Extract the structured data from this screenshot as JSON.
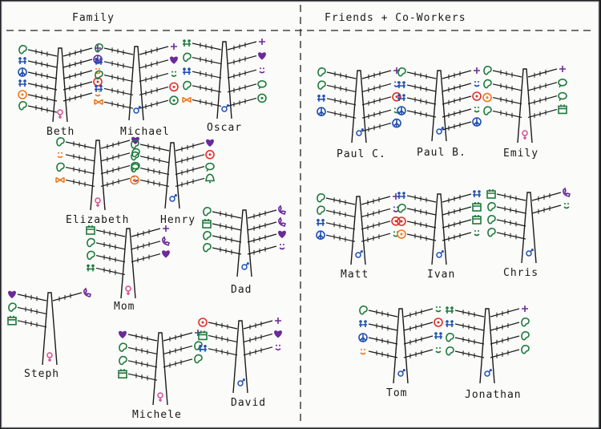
{
  "sections": {
    "left": "Family",
    "right": "Friends + Co-Workers"
  },
  "people": {
    "beth": "Beth",
    "michael": "Michael",
    "oscar": "Oscar",
    "elizabeth": "Elizabeth",
    "henry": "Henry",
    "mom": "Mom",
    "dad": "Dad",
    "steph": "Steph",
    "michele": "Michele",
    "david": "David",
    "paul_c": "Paul C.",
    "paul_b": "Paul B.",
    "emily": "Emily",
    "matt": "Matt",
    "ivan": "Ivan",
    "chris": "Chris",
    "tom": "Tom",
    "jonathan": "Jonathan"
  },
  "colors": {
    "board": "#fbfbfa",
    "ink": "#1a1a1a",
    "green": "#1e7a3c",
    "blue": "#1f4fb3",
    "orange": "#ef7a1c",
    "red": "#e0302a",
    "purple": "#6a2a9a",
    "pink": "#d84d8f"
  },
  "icons": [
    "ear-icon",
    "heart-icon",
    "plus-icon",
    "smiley-icon",
    "speech-bubble-icon",
    "gift-icon",
    "family-icon",
    "phone-icon",
    "calendar-icon",
    "ribbon-icon",
    "peace-icon",
    "bell-icon",
    "male-symbol-icon",
    "female-symbol-icon"
  ]
}
